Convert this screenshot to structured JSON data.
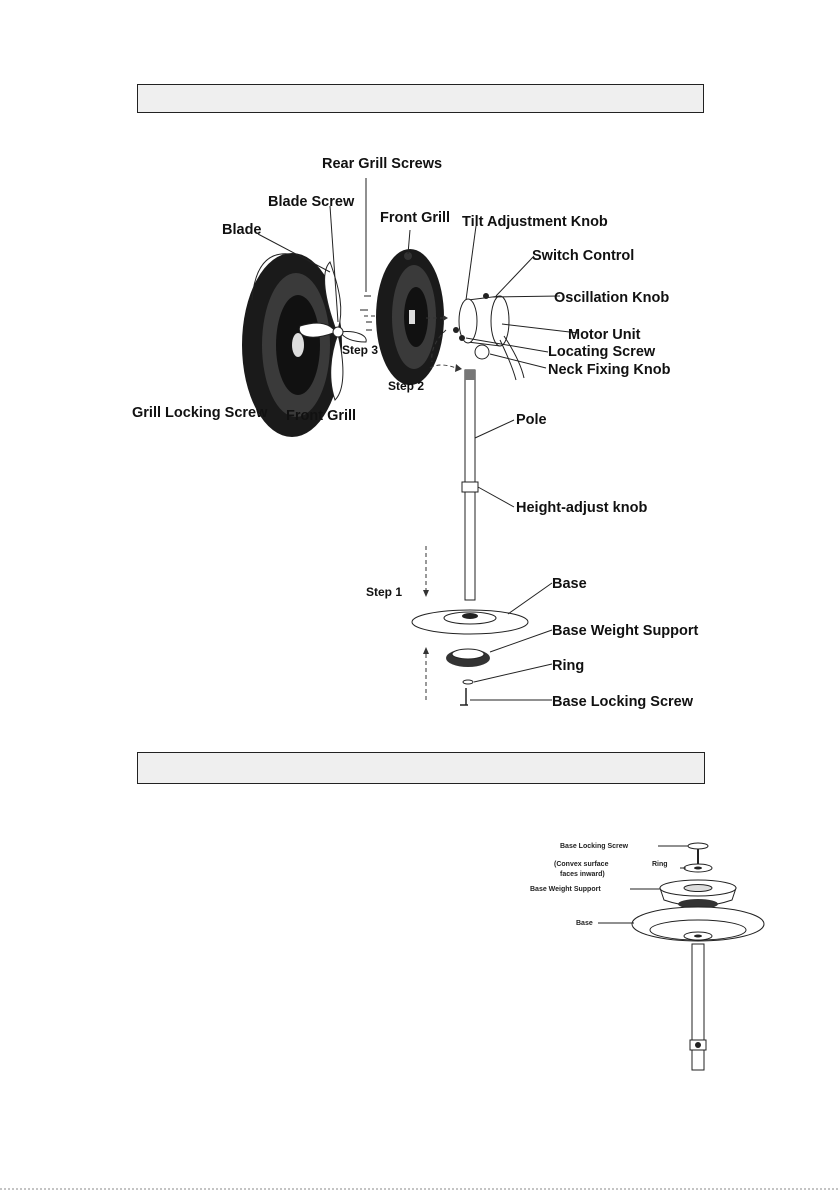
{
  "sections": [
    {
      "title": ""
    },
    {
      "title": ""
    }
  ],
  "diagram1": {
    "labels": {
      "rear_grill_screws": "Rear Grill Screws",
      "blade_screw": "Blade Screw",
      "front_grill_top": "Front Grill",
      "blade": "Blade",
      "tilt_adjustment_knob": "Tilt Adjustment Knob",
      "switch_control": "Switch Control",
      "oscillation_knob": "Oscillation Knob",
      "motor_unit": "Motor Unit",
      "locating_screw": "Locating Screw",
      "neck_fixing_knob": "Neck Fixing Knob",
      "step3": "Step 3",
      "step2": "Step 2",
      "grill_locking_screw": "Grill Locking Screw",
      "front_grill_bottom": "Front Grill",
      "pole": "Pole",
      "height_adjust_knob": "Height-adjust knob",
      "step1": "Step 1",
      "base": "Base",
      "base_weight_support": "Base Weight Support",
      "ring": "Ring",
      "base_locking_screw": "Base Locking Screw"
    }
  },
  "diagram2": {
    "labels": {
      "base_locking_screw": "Base Locking Screw",
      "convex_note_1": "(Convex surface",
      "ring": "Ring",
      "convex_note_2": "faces inward)",
      "base_weight_support": "Base Weight Support",
      "base": "Base"
    }
  },
  "colors": {
    "banner_fill": "#efefef",
    "ink": "#111111"
  }
}
